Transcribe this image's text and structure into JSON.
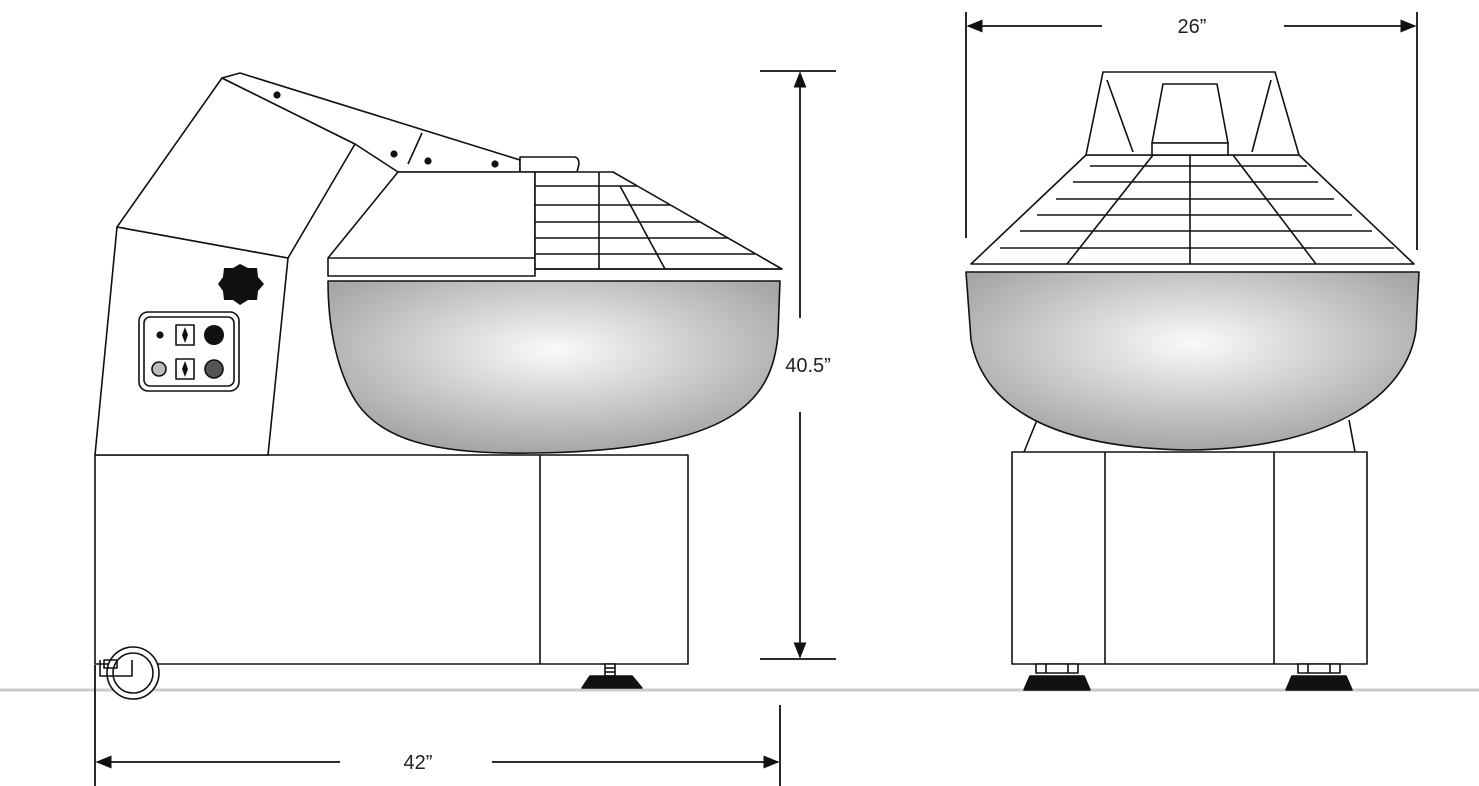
{
  "dimensions": {
    "height": "40.5”",
    "width_front": "26”",
    "depth_side": "42”"
  },
  "colors": {
    "line": "#111111",
    "floor": "#cccccc",
    "bowl_light": "#fafafa",
    "bowl_dark": "#a6a6a6",
    "knob": "#111111",
    "foot": "#111111"
  }
}
